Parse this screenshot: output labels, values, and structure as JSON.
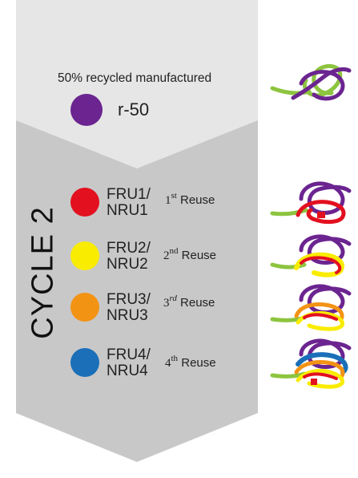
{
  "header": {
    "title": "50% recycled manufactured",
    "r50_label": "r-50"
  },
  "cycle_label": "CYCLE 2",
  "colors": {
    "panel_top": "#e6e6e6",
    "panel_bottom": "#c8c8c8",
    "purple": "#6b2490",
    "red": "#e3101f",
    "yellow": "#f9ec00",
    "orange": "#f39314",
    "blue": "#1a6fb8",
    "green": "#8dc43f"
  },
  "stages": [
    {
      "code_top": "FRU1/",
      "code_bottom": "NRU1",
      "ordinal_num": "1",
      "ordinal_suffix": "st",
      "reuse_word": " Reuse",
      "color": "#e3101f"
    },
    {
      "code_top": "FRU2/",
      "code_bottom": "NRU2",
      "ordinal_num": "2",
      "ordinal_suffix": "nd",
      "reuse_word": " Reuse",
      "color": "#f9ec00"
    },
    {
      "code_top": "FRU3/",
      "code_bottom": "NRU3",
      "ordinal_num": "3",
      "ordinal_suffix": "rd",
      "reuse_word": " Reuse",
      "color": "#f39314"
    },
    {
      "code_top": "FRU4/",
      "code_bottom": "NRU4",
      "ordinal_num": "4",
      "ordinal_suffix": "th",
      "reuse_word": " Reuse",
      "color": "#1a6fb8"
    }
  ],
  "icons": [
    "loop-icon-r50",
    "loop-icon-reuse-1",
    "loop-icon-reuse-2",
    "loop-icon-reuse-3",
    "loop-icon-reuse-4"
  ]
}
